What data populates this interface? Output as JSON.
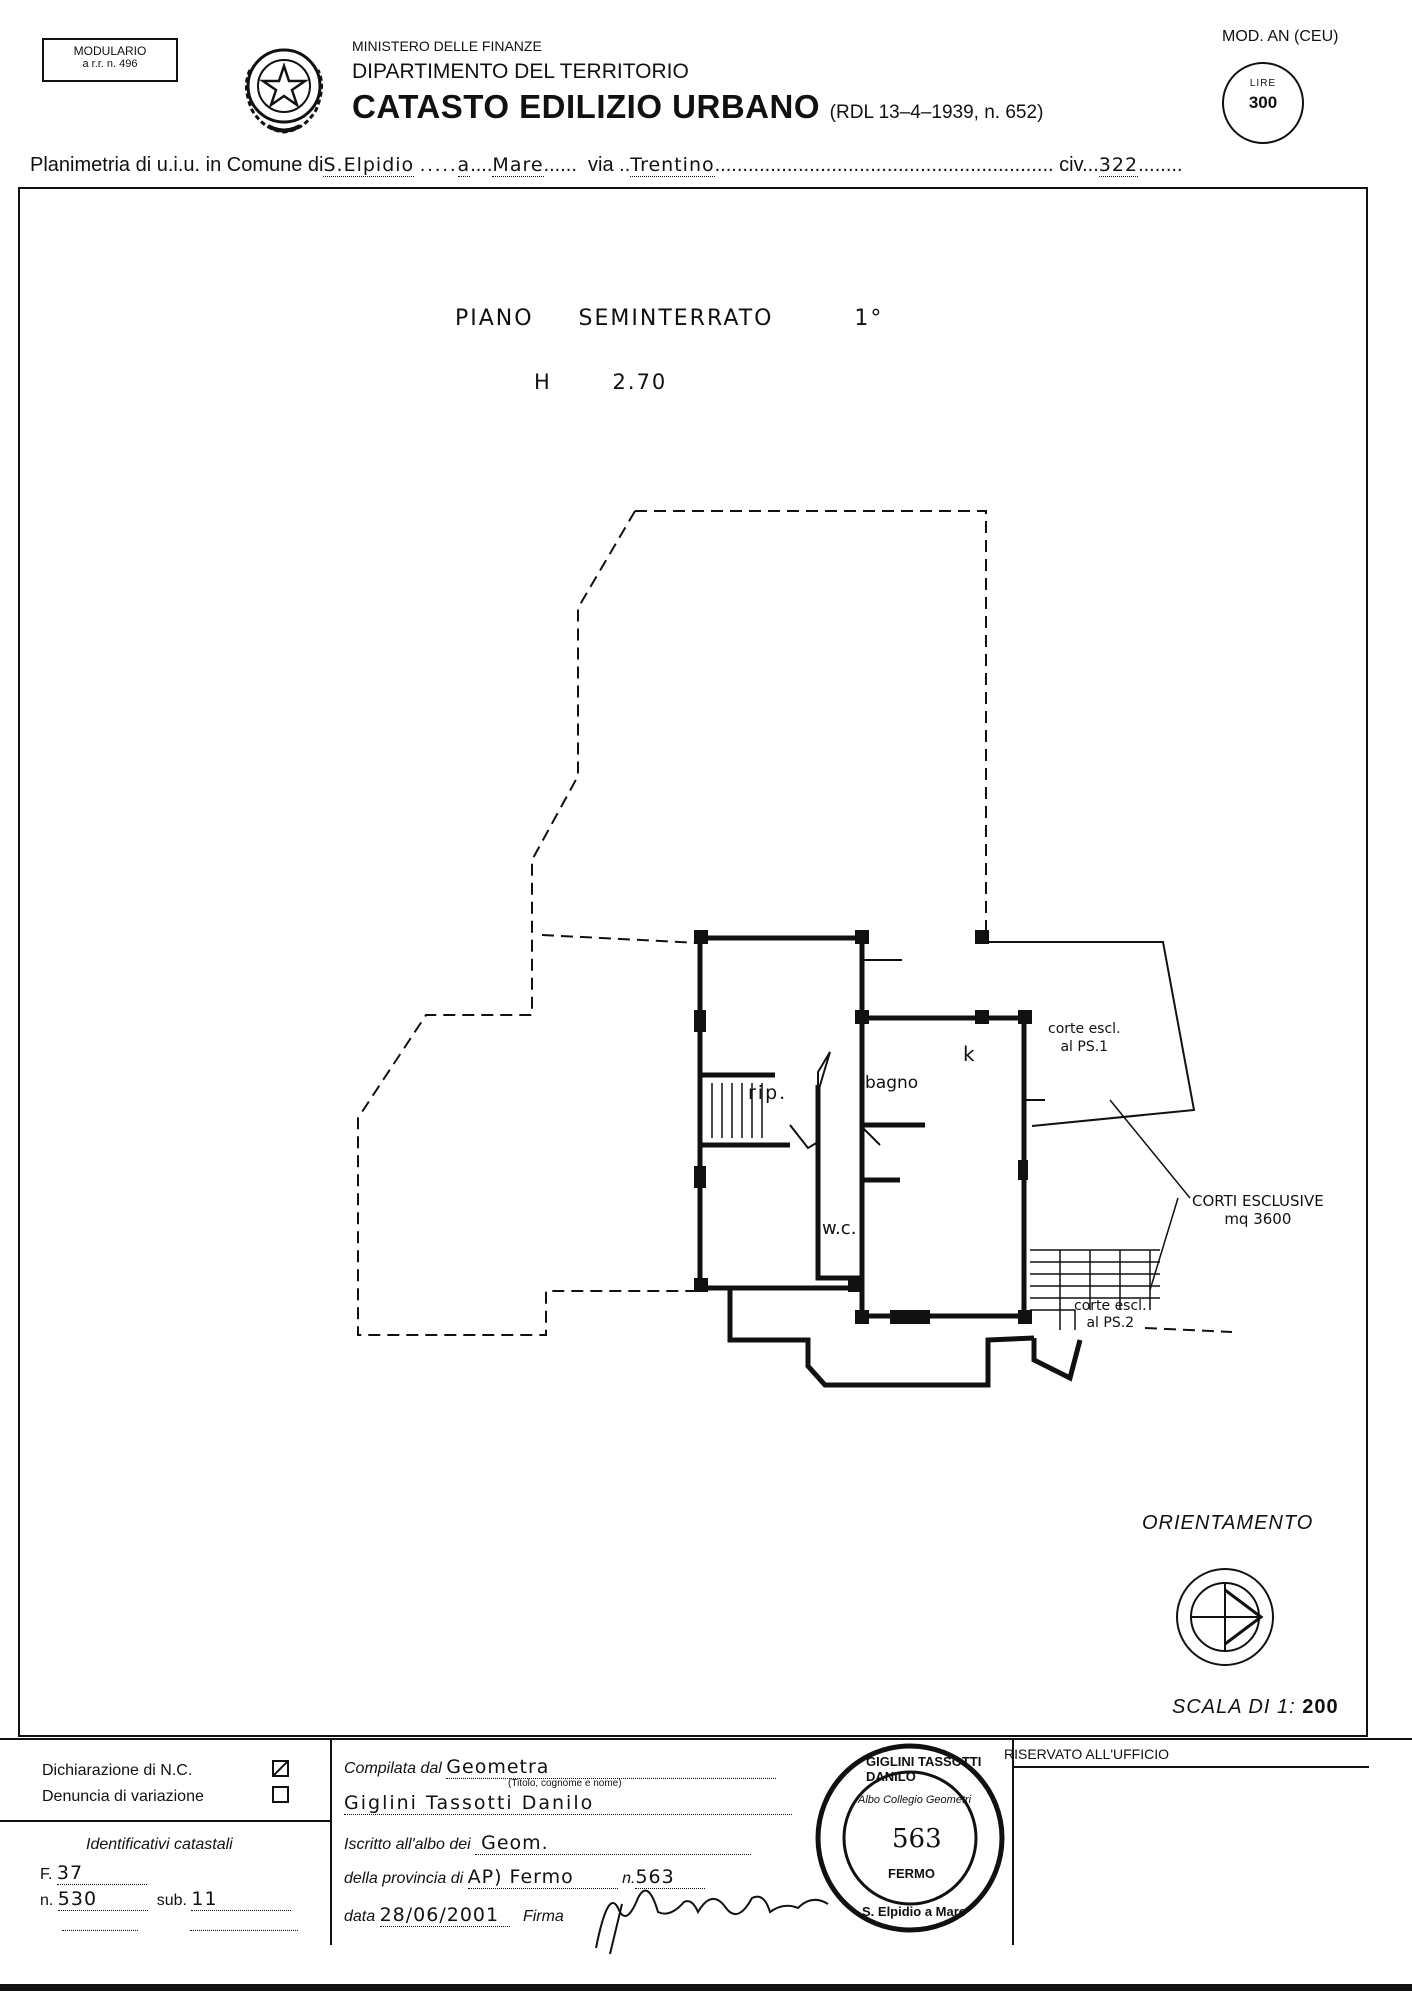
{
  "header": {
    "modulario_line1": "MODULARIO",
    "modulario_line2": "a r.r. n. 496",
    "ministero": "MINISTERO DELLE FINANZE",
    "dipartimento": "DIPARTIMENTO DEL TERRITORIO",
    "catasto": "CATASTO EDILIZIO URBANO",
    "rdl": "(RDL 13–4–1939, n. 652)",
    "mod_an": "MOD. AN (CEU)",
    "lire_label": "LIRE",
    "lire_value": "300"
  },
  "plan_line": {
    "prefix": "Planimetria di u.i.u. in Comune di",
    "comune": "S.Elpidio",
    "a_label": "a",
    "comune_suffix": "Mare",
    "via_label": "via",
    "via": "Trentino",
    "civ_label": "civ.",
    "civ": "322"
  },
  "plan": {
    "floor_word": "PIANO",
    "floor_type": "SEMINTERRATO",
    "floor_number": "1°",
    "height_label": "H",
    "height_value": "2.70",
    "rooms": {
      "k": "k",
      "bagno": "bagno",
      "rip": "rip.",
      "wc": "w.c.",
      "corte1_line1": "corte escl.",
      "corte1_line2": "al PS.1",
      "corti_line1": "CORTI ESCLUSIVE",
      "corti_line2": "mq 3600",
      "corte2_line1": "corte escl.",
      "corte2_line2": "al PS.2"
    },
    "orientamento": "ORIENTAMENTO",
    "scala_label": "SCALA DI 1:",
    "scala_value": "200"
  },
  "footer": {
    "dichiarazione": "Dichiarazione di N.C.",
    "denuncia": "Denuncia di variazione",
    "identificativi": "Identificativi catastali",
    "f_label": "F.",
    "f_value": "37",
    "n_label": "n.",
    "n_value": "530",
    "sub_label": "sub.",
    "sub_value": "11",
    "compilata_label": "Compilata dal",
    "compilata_value": "Geometra",
    "titolo_hint": "(Titolo, cognome e nome)",
    "name": "Giglini Tassotti Danilo",
    "iscritto_label": "Iscritto all'albo dei",
    "iscritto_value": "Geom.",
    "provincia_label": "della provincia di",
    "provincia_value": "AP) Fermo",
    "numero_label": "n.",
    "numero_value": "563",
    "data_label": "data",
    "data_value": "28/06/2001",
    "firma_label": "Firma",
    "riservato": "RISERVATO ALL'UFFICIO",
    "stamp_top": "GIGLINI TASSOTTI DANILO",
    "stamp_mid": "Albo Collegio Geometri",
    "stamp_num": "563",
    "stamp_city": "FERMO",
    "stamp_bottom": "S. Elpidio a Mare"
  },
  "colors": {
    "ink": "#111111",
    "paper": "#ffffff"
  }
}
